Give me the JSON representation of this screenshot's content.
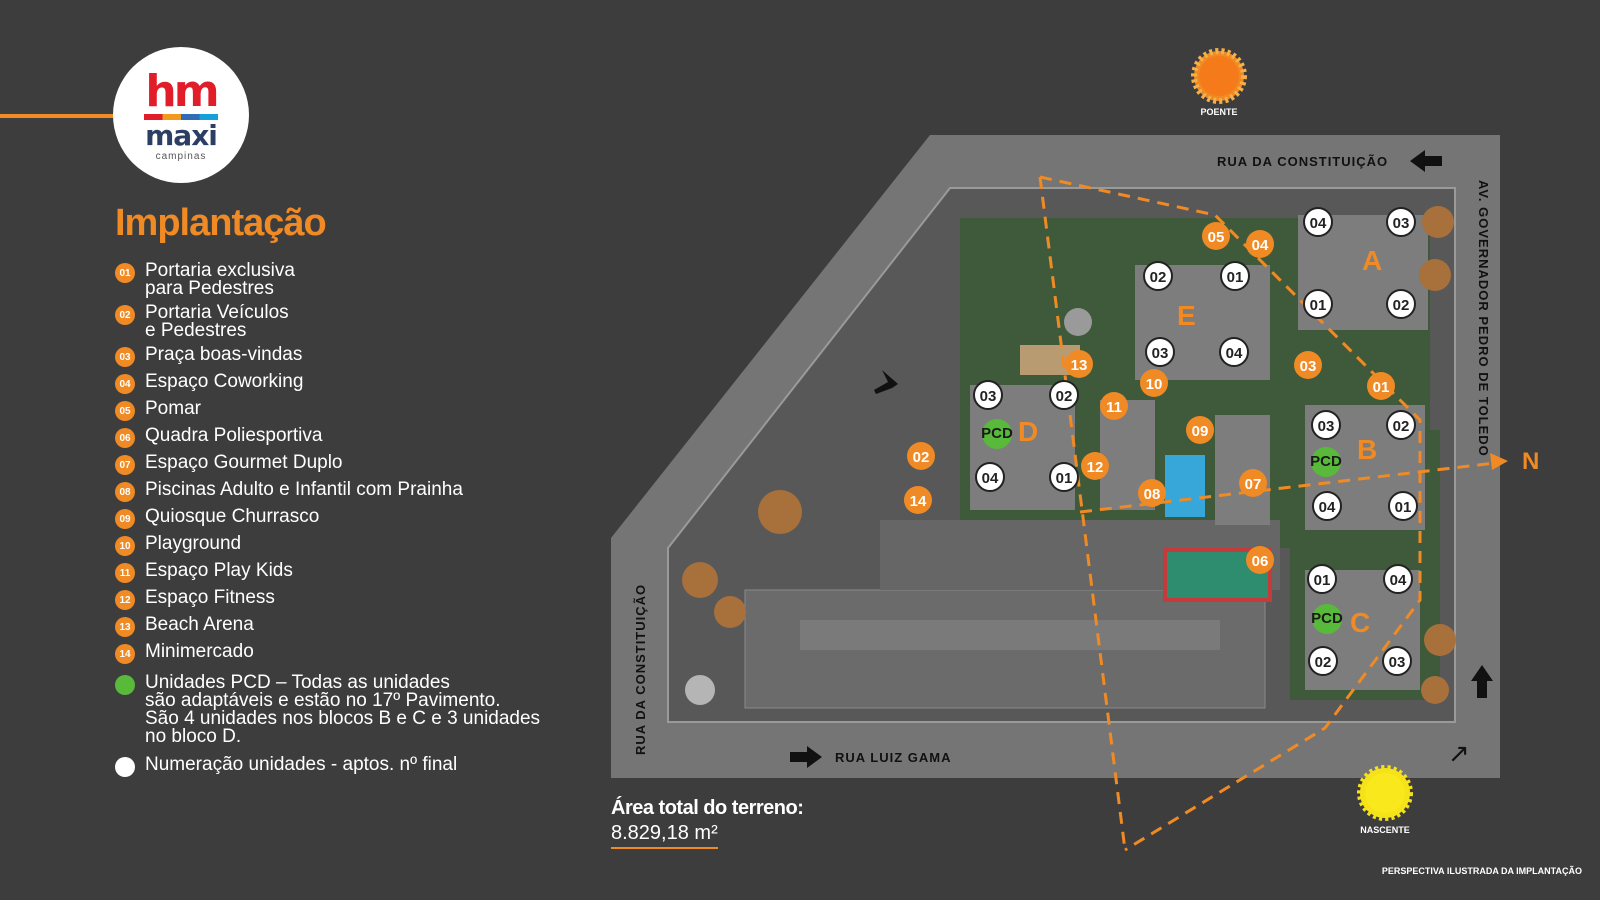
{
  "logo": {
    "line1": "hm",
    "line2": "maxi",
    "line3": "campinas"
  },
  "title": "Implantação",
  "legend": [
    {
      "num": "01",
      "text": "Portaria exclusiva\npara Pedestres"
    },
    {
      "num": "02",
      "text": "Portaria Veículos\ne Pedestres"
    },
    {
      "num": "03",
      "text": "Praça boas-vindas"
    },
    {
      "num": "04",
      "text": "Espaço Coworking"
    },
    {
      "num": "05",
      "text": "Pomar"
    },
    {
      "num": "06",
      "text": "Quadra Poliesportiva"
    },
    {
      "num": "07",
      "text": "Espaço Gourmet Duplo"
    },
    {
      "num": "08",
      "text": "Piscinas Adulto e Infantil com Prainha"
    },
    {
      "num": "09",
      "text": "Quiosque Churrasco"
    },
    {
      "num": "10",
      "text": "Playground"
    },
    {
      "num": "11",
      "text": "Espaço Play Kids"
    },
    {
      "num": "12",
      "text": "Espaço Fitness"
    },
    {
      "num": "13",
      "text": "Beach Arena"
    },
    {
      "num": "14",
      "text": "Minimercado"
    }
  ],
  "pcd_note": "Unidades PCD – Todas as unidades\nsão adaptáveis e estão no 17º Pavimento.\nSão 4 unidades nos blocos B e C e 3 unidades\nno bloco D.",
  "numbering_note": "Numeração unidades - aptos. nº final",
  "area": {
    "label": "Área total do terreno:",
    "value": "8.829,18 m²"
  },
  "caption": "PERSPECTIVA ILUSTRADA DA IMPLANTAÇÃO",
  "map": {
    "sun_west": "POENTE",
    "sun_east": "NASCENTE",
    "north": "N",
    "streets": {
      "top": "RUA DA CONSTITUIÇÃO",
      "left": "RUA DA CONSTITUIÇÃO",
      "bottom": "RUA LUIZ GAMA",
      "right": "AV. GOVERNADOR PEDRO DE TOLEDO"
    },
    "pcd_label": "PCD",
    "blocks": [
      "A",
      "B",
      "C",
      "D",
      "E"
    ],
    "unit_labels": {
      "A": [
        "04",
        "03",
        "01",
        "02"
      ],
      "B": [
        "03",
        "02",
        "04",
        "01"
      ],
      "C": [
        "01",
        "04",
        "02",
        "03"
      ],
      "D": [
        "03",
        "02",
        "04",
        "01"
      ],
      "E": [
        "02",
        "01",
        "03",
        "04"
      ]
    },
    "amenity_labels": [
      "05",
      "04",
      "13",
      "10",
      "11",
      "03",
      "01",
      "09",
      "02",
      "12",
      "07",
      "08",
      "14",
      "06"
    ]
  },
  "colors": {
    "accent": "#f08a24",
    "pcd": "#59b93b",
    "background": "#3d3d3d"
  }
}
